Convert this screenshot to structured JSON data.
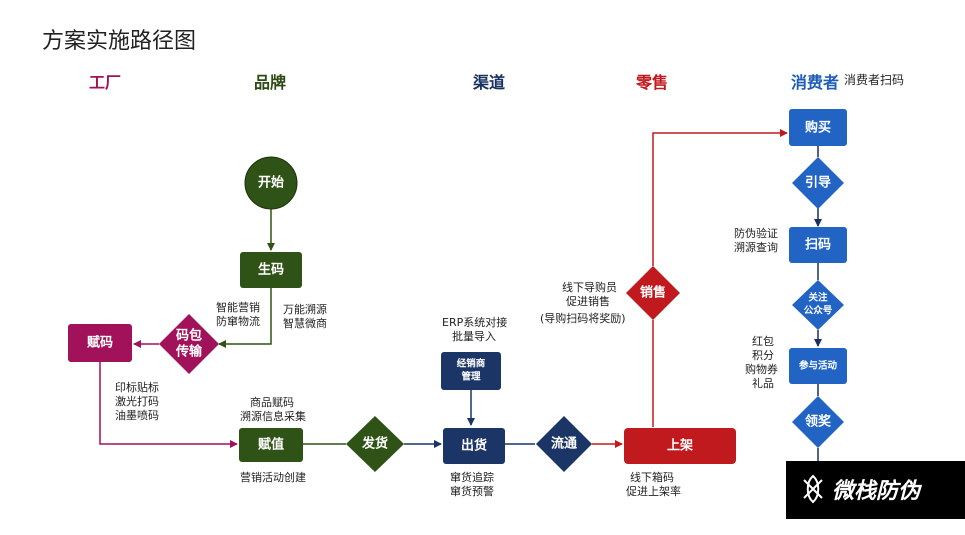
{
  "title": "方案实施路径图",
  "columns": {
    "factory": "工厂",
    "brand": "品牌",
    "channel": "渠道",
    "retail": "零售",
    "consumer": "消费者"
  },
  "consumer_note": "消费者扫码",
  "nodes": {
    "start": "开始",
    "generate": "生码",
    "assign_code": "赋码",
    "code_pack_line1": "码包",
    "code_pack_line2": "传输",
    "assign_value": "赋值",
    "ship": "发货",
    "distributor_line1": "经销商",
    "distributor_line2": "管理",
    "outbound": "出货",
    "circulation": "流通",
    "shelf": "上架",
    "sales": "销售",
    "buy": "购买",
    "guide": "引导",
    "scan": "扫码",
    "follow_line1": "关注",
    "follow_line2": "公众号",
    "activity": "参与活动",
    "prize": "领奖"
  },
  "annotations": {
    "smart_marketing": [
      "智能营销",
      "防窜物流"
    ],
    "traceability": [
      "万能溯源",
      "智慧微商"
    ],
    "print_methods": [
      "印标贴标",
      "激光打码",
      "油墨喷码"
    ],
    "product_code": [
      "商品赋码",
      "溯源信息采集"
    ],
    "marketing_activity": [
      "营销活动创建"
    ],
    "erp": [
      "ERP系统对接",
      "批量导入"
    ],
    "anti_fleeing": [
      "窜货追踪",
      "窜货预警"
    ],
    "offline_guide": [
      "线下导购员",
      "促进销售",
      "(导购扫码将奖励)"
    ],
    "offline_box": [
      "线下箱码",
      "促进上架率"
    ],
    "anti_fake": [
      "防伪验证",
      "溯源查询"
    ],
    "rewards": [
      "红包",
      "积分",
      "购物券",
      "礼品"
    ]
  },
  "logo": "微栈防伪",
  "colors": {
    "factory": "#a1125a",
    "brand": "#2c4a12",
    "channel": "#17305f",
    "retail": "#c11a1e",
    "consumer": "#1f5db7",
    "green_node": "#2f5316",
    "navy_node": "#1a3566",
    "magenta_node": "#a1125a",
    "red_node": "#c11a1e",
    "blue_node": "#2264c4"
  }
}
